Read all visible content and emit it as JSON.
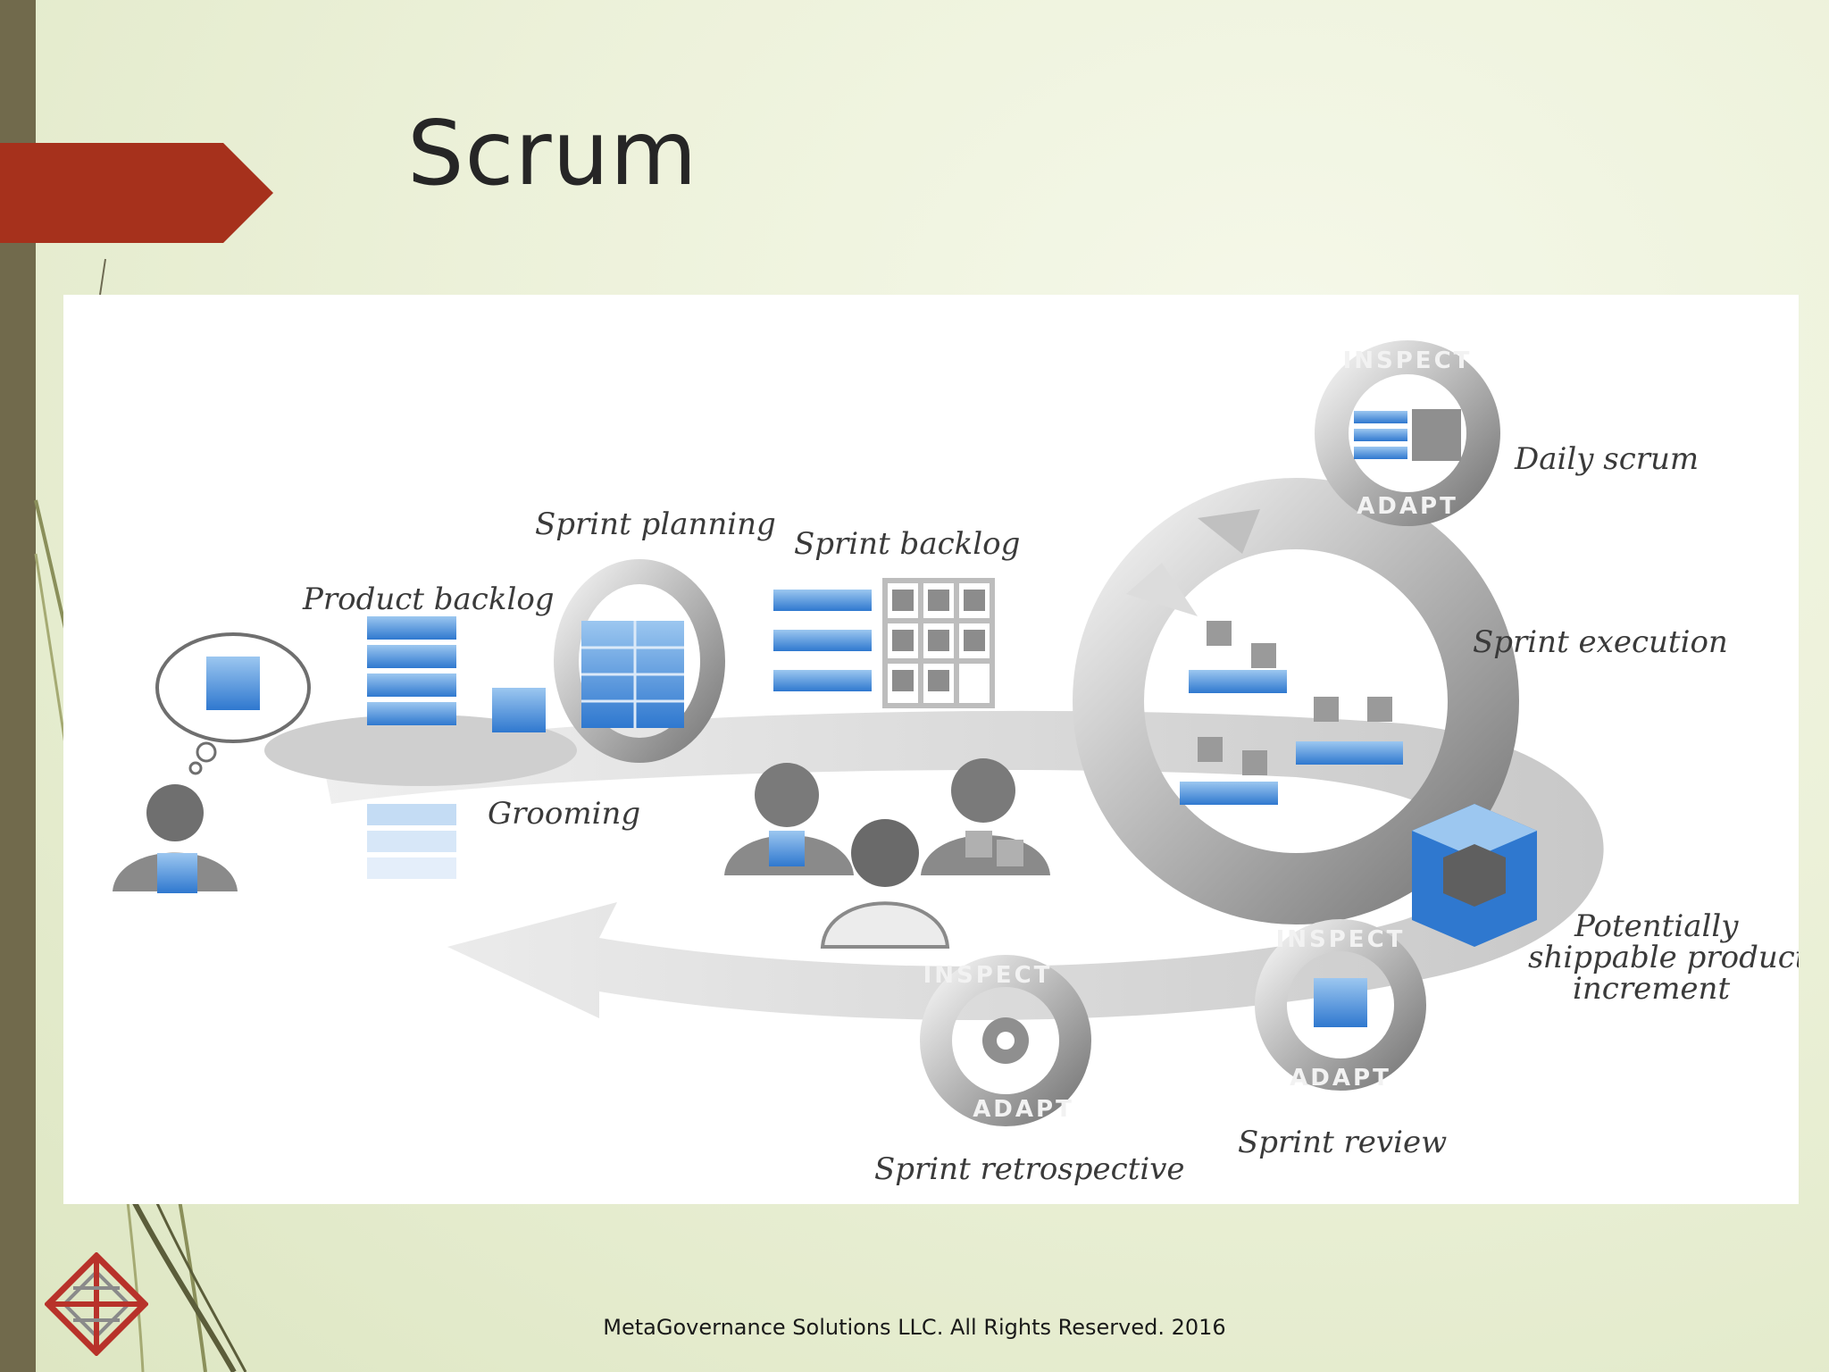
{
  "slide": {
    "title": "Scrum",
    "footer": "MetaGovernance Solutions LLC. All Rights Reserved. 2016"
  },
  "diagram": {
    "labels": {
      "daily_scrum": "Daily scrum",
      "sprint_planning": "Sprint planning",
      "sprint_backlog": "Sprint backlog",
      "product_backlog": "Product backlog",
      "sprint_execution": "Sprint execution",
      "grooming": "Grooming",
      "potentially": "Potentially",
      "shippable_product": "shippable product",
      "increment": "increment",
      "sprint_review": "Sprint review",
      "sprint_retrospective": "Sprint retrospective"
    },
    "cycle_words": {
      "inspect": "INSPECT",
      "adapt": "ADAPT"
    }
  },
  "colors": {
    "side_bar": "#716a4c",
    "ribbon": "#a6311c",
    "accent_blue": "#3d86d6"
  }
}
